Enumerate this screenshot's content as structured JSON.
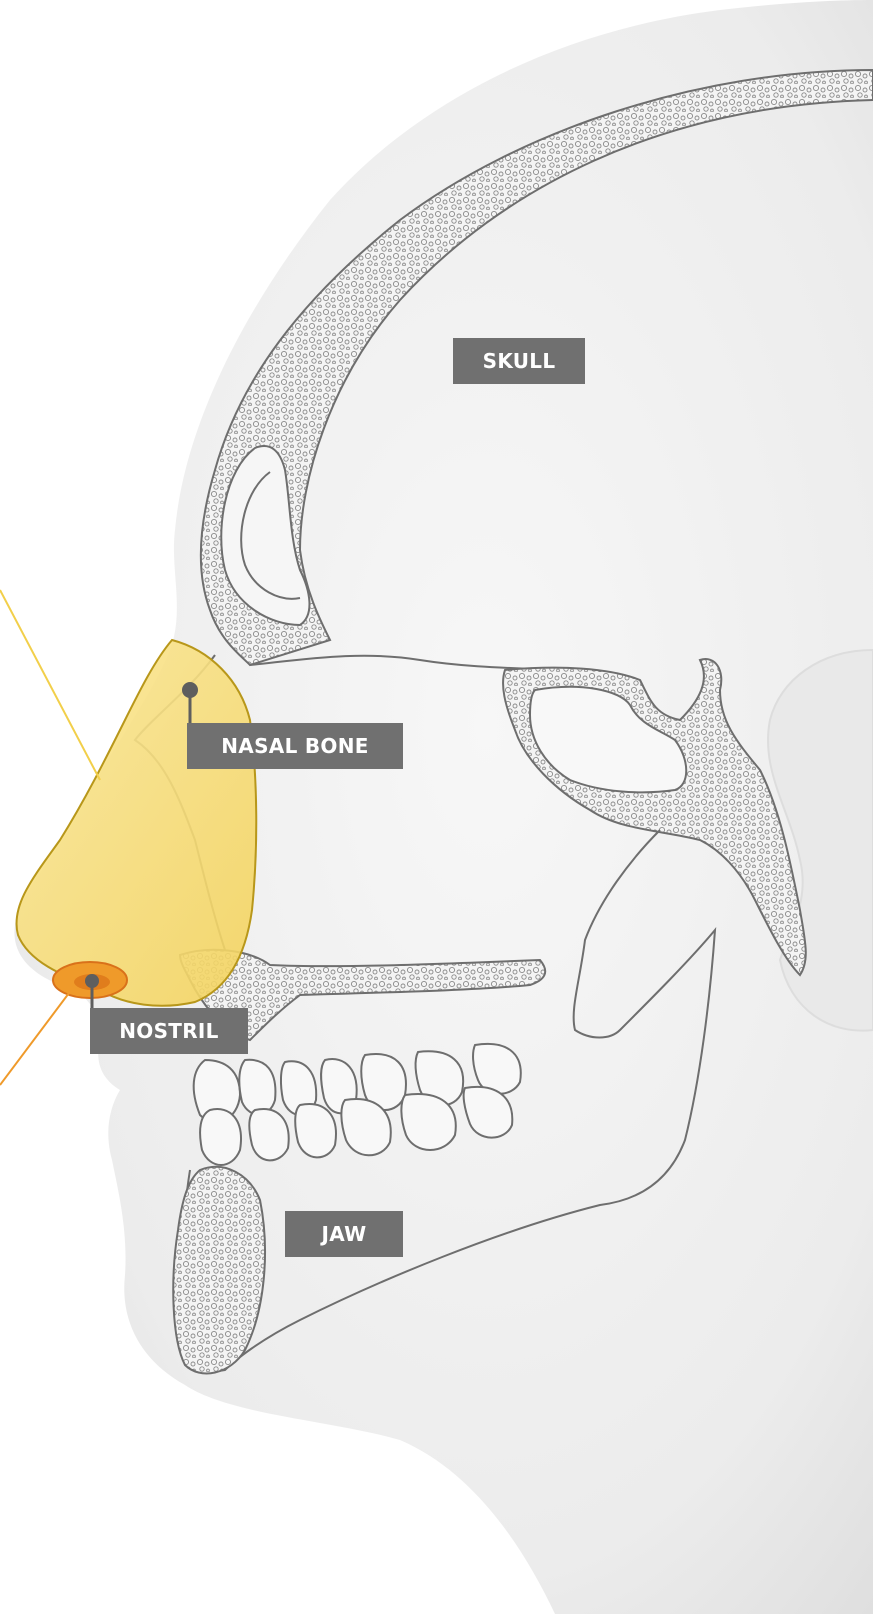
{
  "labels": {
    "skull": "SKULL",
    "nasal_bone": "NASAL BONE",
    "nostril": "NOSTRIL",
    "jaw": "JAW"
  },
  "colors": {
    "nose_highlight": "#f9e07a",
    "nose_outline": "#b8971a",
    "nostril": "#ef9a2a",
    "nostril_dark": "#d9711a",
    "label_background": "#707070",
    "label_text": "#ffffff",
    "bone_line": "#6e6e6e",
    "head_fill": "#ededed"
  }
}
